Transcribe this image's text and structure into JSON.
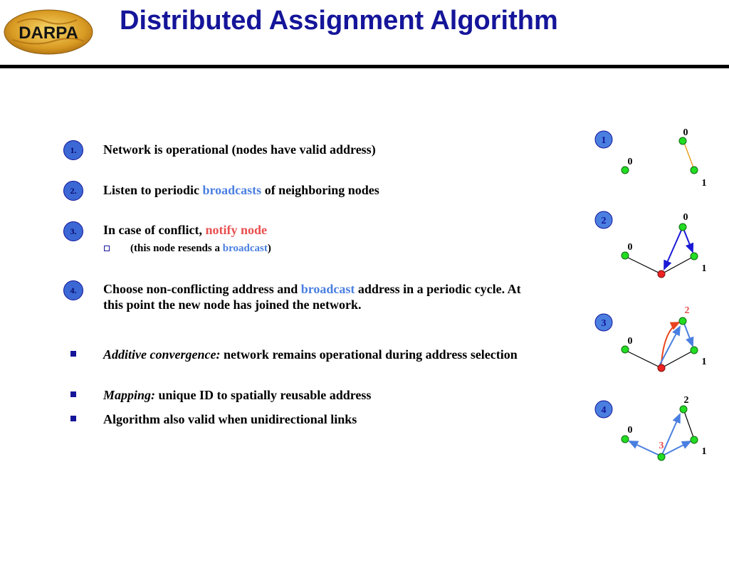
{
  "logo": {
    "text": "DARPA"
  },
  "title": "Distributed Assignment Algorithm",
  "steps": [
    {
      "num": "1.",
      "parts": [
        "Network is operational (nodes have valid address)"
      ]
    },
    {
      "num": "2.",
      "parts": [
        "Listen to periodic ",
        "broadcasts",
        " of neighboring nodes"
      ]
    },
    {
      "num": "3.",
      "parts": [
        "In case of conflict, ",
        "notify node"
      ],
      "sub": [
        "(this node resends a ",
        "broadcast",
        ")"
      ]
    },
    {
      "num": "4.",
      "parts": [
        "Choose non-conflicting address and ",
        "broadcast",
        " address in a periodic cycle. At this point the new node has joined the network."
      ]
    }
  ],
  "bullets": [
    {
      "italic": "Additive convergence:",
      "rest": " network remains operational during address selection"
    },
    {
      "italic": "Mapping:",
      "rest": " unique ID to spatially reusable address"
    },
    {
      "italic": "",
      "rest": "Algorithm also valid when unidirectional links"
    }
  ],
  "diagram": {
    "stages": [
      "1",
      "2",
      "3",
      "4"
    ],
    "labels": {
      "s1": [
        "0",
        "0",
        "1"
      ],
      "s2": [
        "0",
        "0",
        "1"
      ],
      "s3": [
        "2",
        "0",
        "1"
      ],
      "s4": [
        "2",
        "0",
        "3",
        "1"
      ]
    }
  },
  "colors": {
    "title": "#15159a",
    "highlight_blue": "#4a7fe0",
    "highlight_red": "#e8504f",
    "node_green": "#22dd22",
    "node_red": "#ee2222"
  }
}
